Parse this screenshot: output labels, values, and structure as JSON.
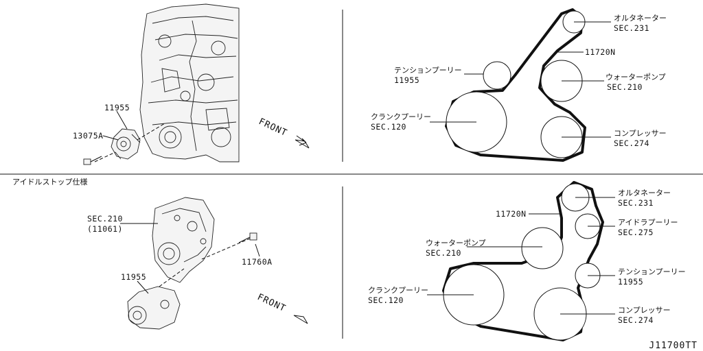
{
  "colors": {
    "ink": "#111111",
    "background": "#ffffff"
  },
  "top_left": {
    "part_11955": "11955",
    "part_13075a": "13075A",
    "front": "FRONT"
  },
  "top_right": {
    "alternator_name": "オルタネーター",
    "alternator_sec": "SEC.231",
    "belt": "11720N",
    "tensioner_name": "テンションプーリー",
    "tensioner_no": "11955",
    "waterpump_name": "ウォーターポンプ",
    "waterpump_sec": "SEC.210",
    "crank_name": "クランクプーリー",
    "crank_sec": "SEC.120",
    "compressor_name": "コンプレッサー",
    "compressor_sec": "SEC.274"
  },
  "section_title": "アイドルストップ仕様",
  "bottom_left": {
    "sec210": "SEC.210",
    "sec210_no": "(11061)",
    "part_11955": "11955",
    "part_11760a": "11760A",
    "front": "FRONT"
  },
  "bottom_right": {
    "alternator_name": "オルタネーター",
    "alternator_sec": "SEC.231",
    "belt": "11720N",
    "idler_name": "アイドラプーリー",
    "idler_sec": "SEC.275",
    "waterpump_name": "ウォーターポンプ",
    "waterpump_sec": "SEC.210",
    "tensioner_name": "テンションプーリー",
    "tensioner_no": "11955",
    "crank_name": "クランクプーリー",
    "crank_sec": "SEC.120",
    "compressor_name": "コンプレッサー",
    "compressor_sec": "SEC.274"
  },
  "drawing_code": "J11700TT"
}
